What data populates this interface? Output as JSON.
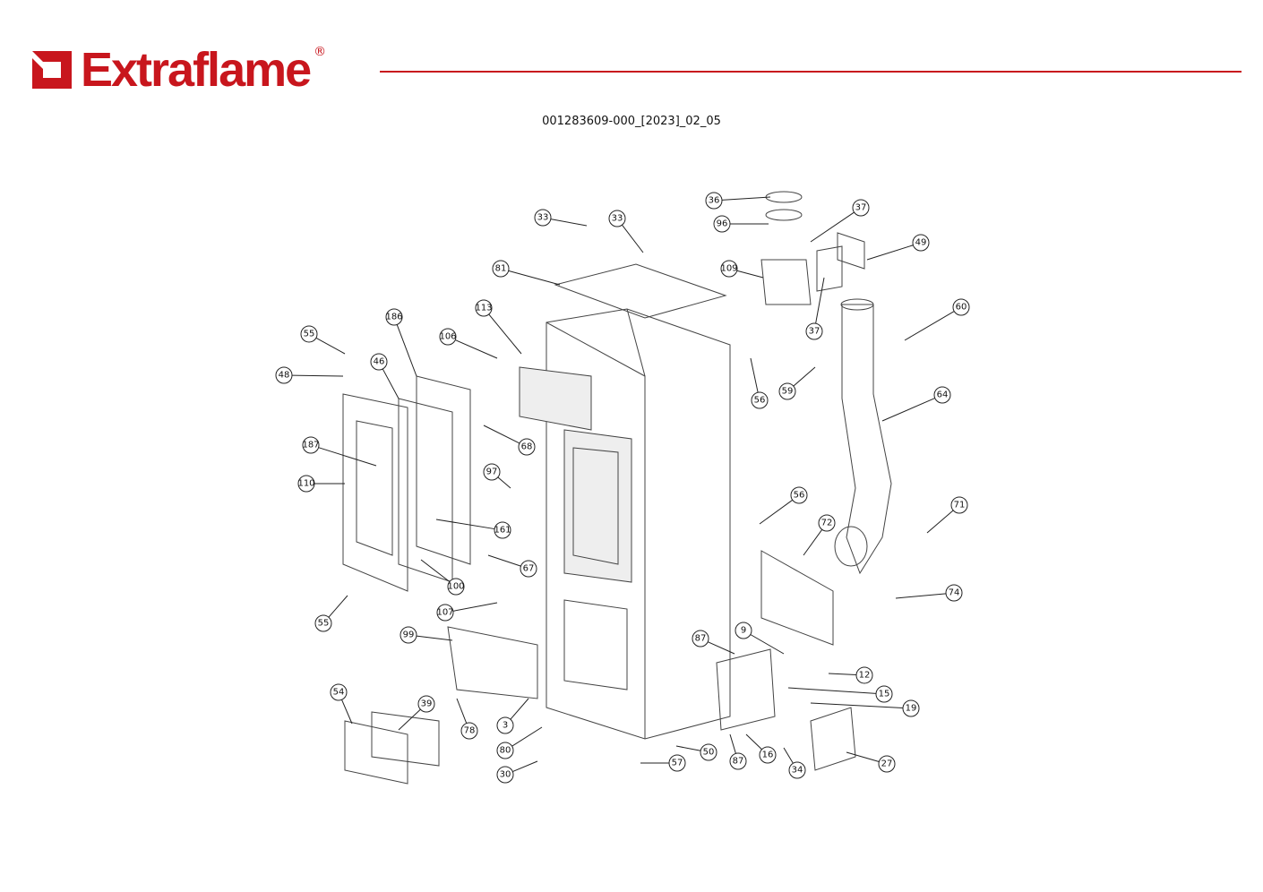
{
  "header": {
    "brand": "Extraflame",
    "registered_mark": "®",
    "brand_color": "#c8161d",
    "document_code": "001283609-000_[2023]_02_05"
  },
  "callouts": [
    "33",
    "33",
    "36",
    "96",
    "37",
    "49",
    "109",
    "37",
    "60",
    "81",
    "113",
    "186",
    "55",
    "106",
    "46",
    "48",
    "56",
    "59",
    "64",
    "187",
    "68",
    "97",
    "110",
    "56",
    "161",
    "72",
    "71",
    "67",
    "100",
    "74",
    "107",
    "55",
    "99",
    "87",
    "9",
    "12",
    "15",
    "19",
    "54",
    "39",
    "78",
    "3",
    "80",
    "50",
    "87",
    "16",
    "34",
    "27",
    "57",
    "30"
  ]
}
